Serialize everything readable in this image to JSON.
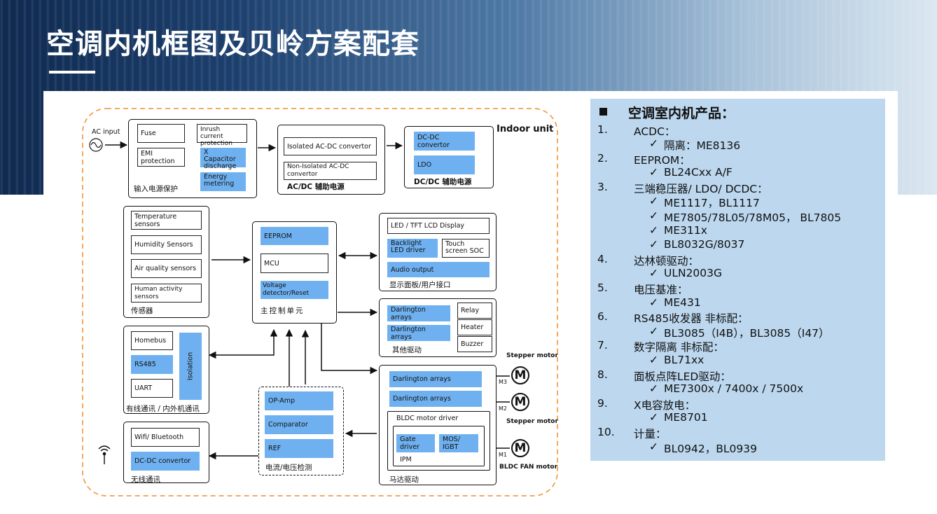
{
  "title": "空调内机框图及贝岭方案配套",
  "diagram": {
    "indoor_unit_label": "Indoor unit",
    "ac_input_label": "AC input",
    "power_protection": {
      "fuse": "Fuse",
      "emi": "EMI protection",
      "inrush": "Inrush current protection",
      "xcap": "X Capacitor discharge",
      "energy": "Energy metering",
      "caption": "输入电源保护"
    },
    "acdc": {
      "isolated": "Isolated AC-DC convertor",
      "non_isolated": "Non-Isolated AC-DC convertor",
      "caption": "AC/DC 辅助电源"
    },
    "dcdc": {
      "converter": "DC-DC convertor",
      "ldo": "LDO",
      "caption": "DC/DC 辅助电源"
    },
    "sensors": {
      "items": [
        "Temperature sensors",
        "Humidity Sensors",
        "Air quality sensors",
        "Human activity sensors"
      ],
      "caption": "传感器"
    },
    "main_control": {
      "eeprom": "EEPROM",
      "mcu": "MCU",
      "voltage": "Voltage detector/Reset",
      "caption": "主控制单元"
    },
    "display": {
      "lcd": "LED / TFT  LCD  Display",
      "backlight": "Backlight LED driver",
      "touch": "Touch screen SOC",
      "audio": "Audio output",
      "caption": "显示面板/用户接口"
    },
    "other_drivers": {
      "darlington1": "Darlington arrays",
      "darlington2": "Darlington arrays",
      "relay": "Relay",
      "heater": "Heater",
      "buzzer": "Buzzer",
      "caption": "其他驱动"
    },
    "wired_comm": {
      "homebus": "Homebus",
      "rs485": "RS485",
      "uart": "UART",
      "isolation": "Isolation",
      "caption": "有线通讯 / 内外机通讯"
    },
    "wireless": {
      "wifi": "Wifi/ Bluetooth",
      "dcdc": "DC-DC convertor",
      "caption": "无线通讯"
    },
    "detection": {
      "opamp": "OP-Amp",
      "comparator": "Comparator",
      "ref": "REF",
      "caption": "电流/电压检测"
    },
    "motor_drive": {
      "darlington1": "Darlington arrays",
      "darlington2": "Darlington arrays",
      "bldc_driver": "BLDC motor driver",
      "gate": "Gate driver",
      "mos": "MOS/ IGBT",
      "ipm": "IPM",
      "caption": "马达驱动"
    },
    "motors": {
      "m3": "M3",
      "m2": "M2",
      "m1": "M1",
      "stepper_top": "Stepper motor",
      "stepper_bottom": "Stepper motor",
      "bldc": "BLDC FAN motor"
    }
  },
  "products": {
    "heading": "空调室内机产品：",
    "items": [
      {
        "num": "1.",
        "name": "ACDC：",
        "subs": [
          "隔离：ME8136"
        ]
      },
      {
        "num": "2.",
        "name": "EEPROM：",
        "subs": [
          "BL24Cxx A/F"
        ]
      },
      {
        "num": "3.",
        "name": "三端稳压器/ LDO/ DCDC：",
        "subs": [
          "ME1117，BL1117",
          "ME7805/78L05/78M05， BL7805",
          "ME311x",
          "BL8032G/8037"
        ]
      },
      {
        "num": "4.",
        "name": "达林顿驱动：",
        "subs": [
          "ULN2003G"
        ]
      },
      {
        "num": "5.",
        "name": "电压基准：",
        "subs": [
          "ME431"
        ]
      },
      {
        "num": "6.",
        "name": "RS485收发器 非标配：",
        "subs": [
          "BL3085（I4B），BL3085（I47）"
        ]
      },
      {
        "num": "7.",
        "name": "数字隔离 非标配：",
        "subs": [
          "BL71xx"
        ]
      },
      {
        "num": "8.",
        "name": "面板点阵LED驱动：",
        "subs": [
          "ME7300x / 7400x / 7500x"
        ]
      },
      {
        "num": "9.",
        "name": "X电容放电：",
        "subs": [
          "ME8701"
        ]
      },
      {
        "num": "10.",
        "name": "计量：",
        "subs": [
          "BL0942，BL0939"
        ]
      }
    ]
  },
  "colors": {
    "accent_blue": "#6fb1f0",
    "dashed_border": "#f0a04b",
    "product_panel": "#bcd7ee"
  }
}
